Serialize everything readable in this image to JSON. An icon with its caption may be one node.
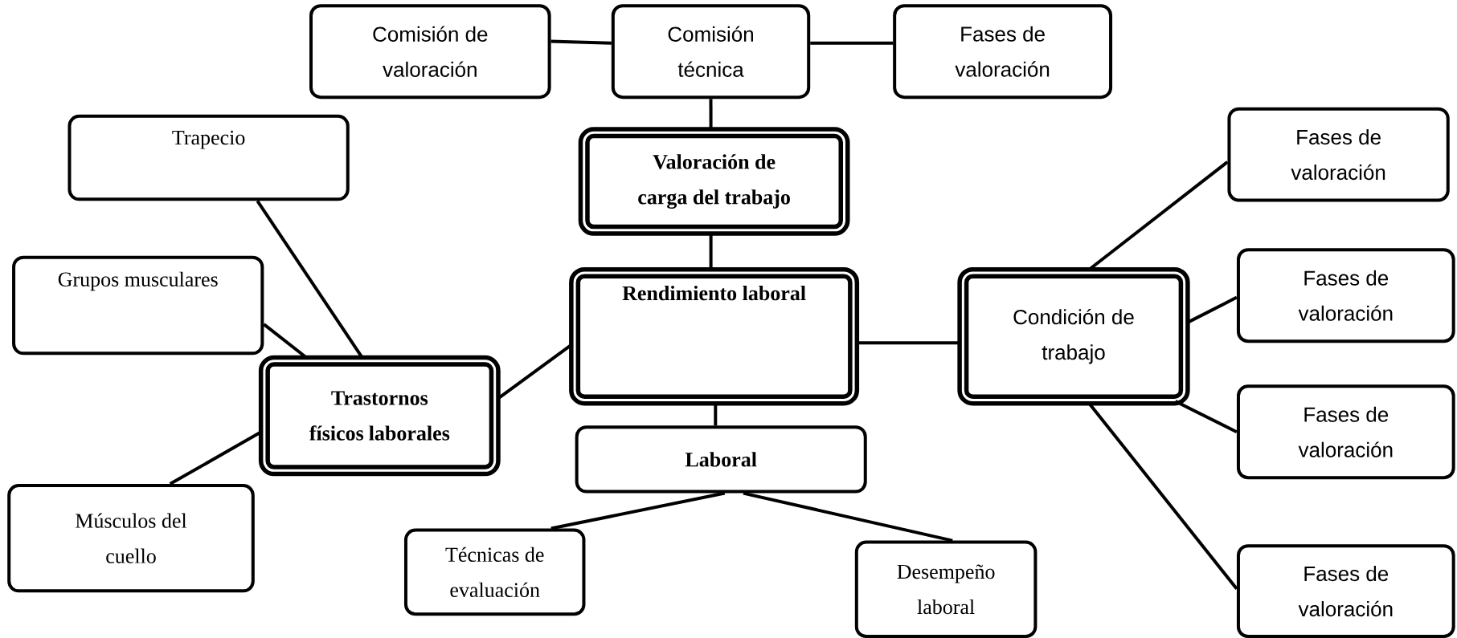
{
  "diagram": {
    "nodes": [
      {
        "text": [
          "Comisión de valoración"
        ]
      },
      {
        "text": [
          "Comisión técnica"
        ]
      },
      {
        "text": [
          "Fases de valoración"
        ]
      },
      {
        "text": [
          "Trapecio"
        ]
      },
      {
        "text": [
          "Valoración de carga del trabajo"
        ]
      },
      {
        "text": [
          "Grupos musculares"
        ]
      },
      {
        "text": [
          "Rendimiento laboral"
        ]
      },
      {
        "text": [
          "Condición de trabajo"
        ]
      },
      {
        "text": [
          "Fases de valoración"
        ]
      },
      {
        "text": [
          "Fases de valoración"
        ]
      },
      {
        "text": [
          "Trastornos físicos laborales"
        ]
      },
      {
        "text": [
          "Laboral"
        ]
      },
      {
        "text": [
          "Fases de valoración"
        ]
      },
      {
        "text": [
          "Músculos del cuello"
        ]
      },
      {
        "text": [
          "Técnicas de evaluación"
        ]
      },
      {
        "text": [
          "Desempeño laboral"
        ]
      },
      {
        "text": [
          "Fases de valoración"
        ]
      }
    ],
    "edges": [
      {
        "from": 1,
        "to": 0,
        "arrow": "none"
      },
      {
        "from": 1,
        "to": 2,
        "arrow": "none"
      },
      {
        "from": 1,
        "to": 4,
        "arrow": "none"
      },
      {
        "from": 4,
        "to": 6,
        "arrow": "none"
      },
      {
        "from": 6,
        "to": 10,
        "arrow": "none"
      },
      {
        "from": 6,
        "to": 7,
        "arrow": "none"
      },
      {
        "from": 6,
        "to": 11,
        "arrow": "none"
      },
      {
        "from": 10,
        "to": 3,
        "arrow": "none"
      },
      {
        "from": 10,
        "to": 5,
        "arrow": "none"
      },
      {
        "from": 10,
        "to": 13,
        "arrow": "none"
      },
      {
        "from": 7,
        "to": 8,
        "arrow": "none"
      },
      {
        "from": 7,
        "to": 9,
        "arrow": "none"
      },
      {
        "from": 7,
        "to": 12,
        "arrow": "none"
      },
      {
        "from": 7,
        "to": 16,
        "arrow": "none"
      },
      {
        "from": 11,
        "to": 14,
        "arrow": "none"
      },
      {
        "from": 11,
        "to": 15,
        "arrow": "none"
      }
    ]
  }
}
